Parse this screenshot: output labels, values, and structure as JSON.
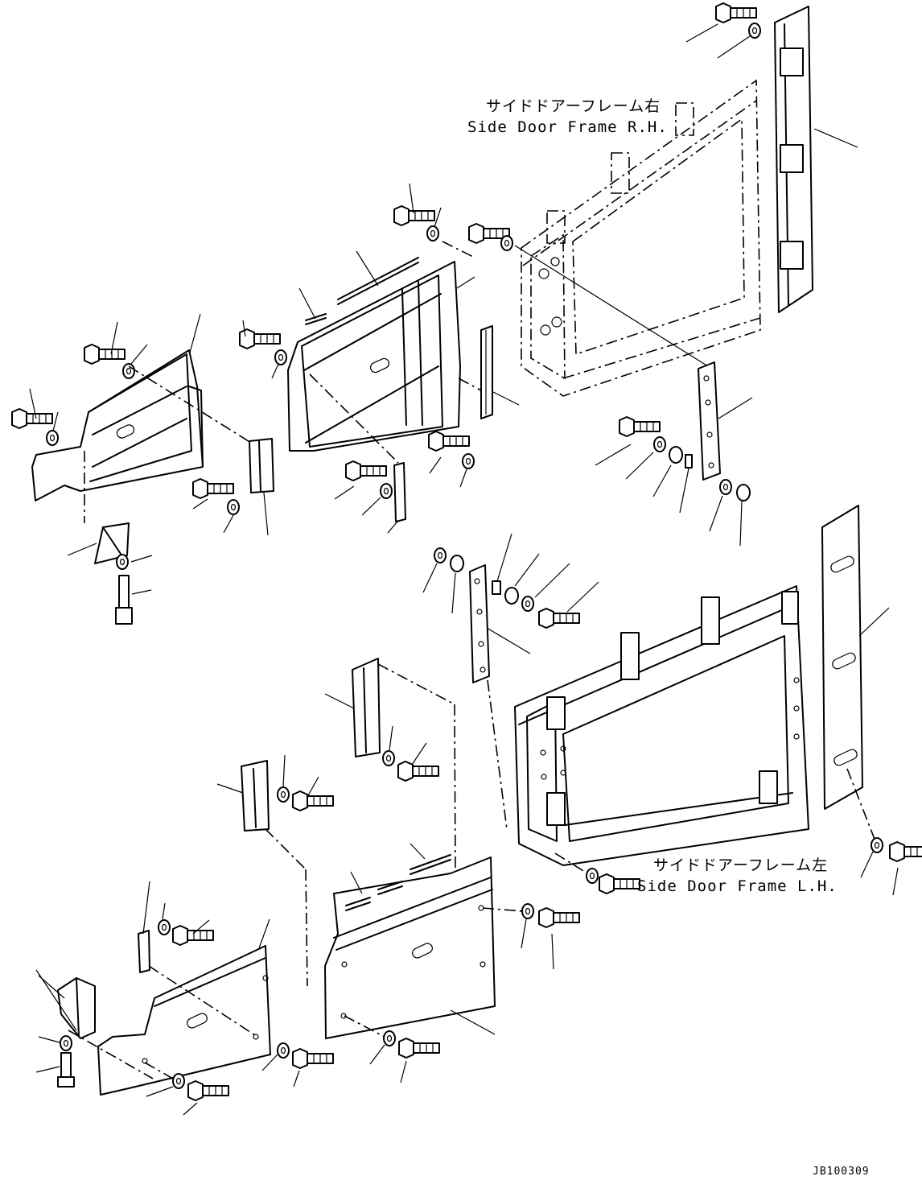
{
  "labels": {
    "rh_jp": "サイドドアーフレーム右",
    "rh_en": "Side Door Frame R.H.",
    "lh_jp": "サイドドアーフレーム左",
    "lh_en": "Side Door Frame L.H."
  },
  "drawing_code": "JB100309"
}
